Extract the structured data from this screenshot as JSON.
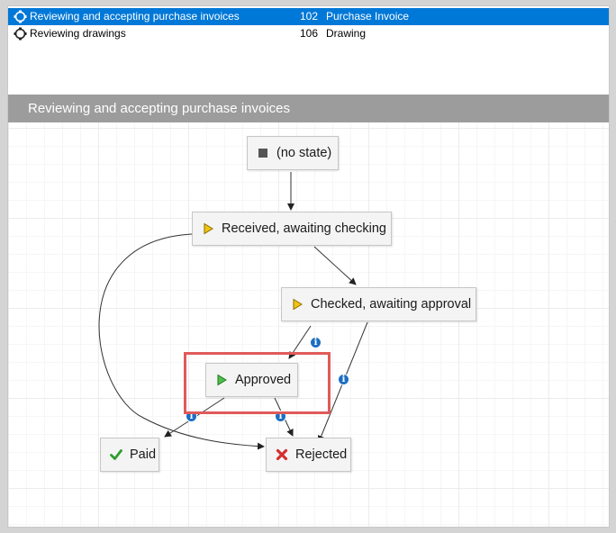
{
  "list": {
    "rows": [
      {
        "name": "Reviewing and accepting purchase invoices",
        "id": "102",
        "type": "Purchase Invoice",
        "icon": "workflow-icon",
        "selected": true
      },
      {
        "name": "Reviewing drawings",
        "id": "106",
        "type": "Drawing",
        "icon": "workflow-icon",
        "selected": false
      }
    ]
  },
  "diagram": {
    "title": "Reviewing and accepting purchase invoices",
    "states": {
      "no_state": "(no state)",
      "received": "Received, awaiting checking",
      "checked": "Checked, awaiting approval",
      "approved": "Approved",
      "paid": "Paid",
      "rejected": "Rejected"
    },
    "info_glyph": "i",
    "icons": {
      "no_state": "stop-square-icon",
      "received": "yellow-play-icon",
      "checked": "yellow-play-icon",
      "approved": "green-play-icon",
      "paid": "green-check-icon",
      "rejected": "red-x-icon"
    }
  },
  "colors": {
    "selection": "#0078d7",
    "title_bar": "#9c9c9c",
    "highlight": "#e05a5a",
    "info": "#1b6fc2"
  }
}
